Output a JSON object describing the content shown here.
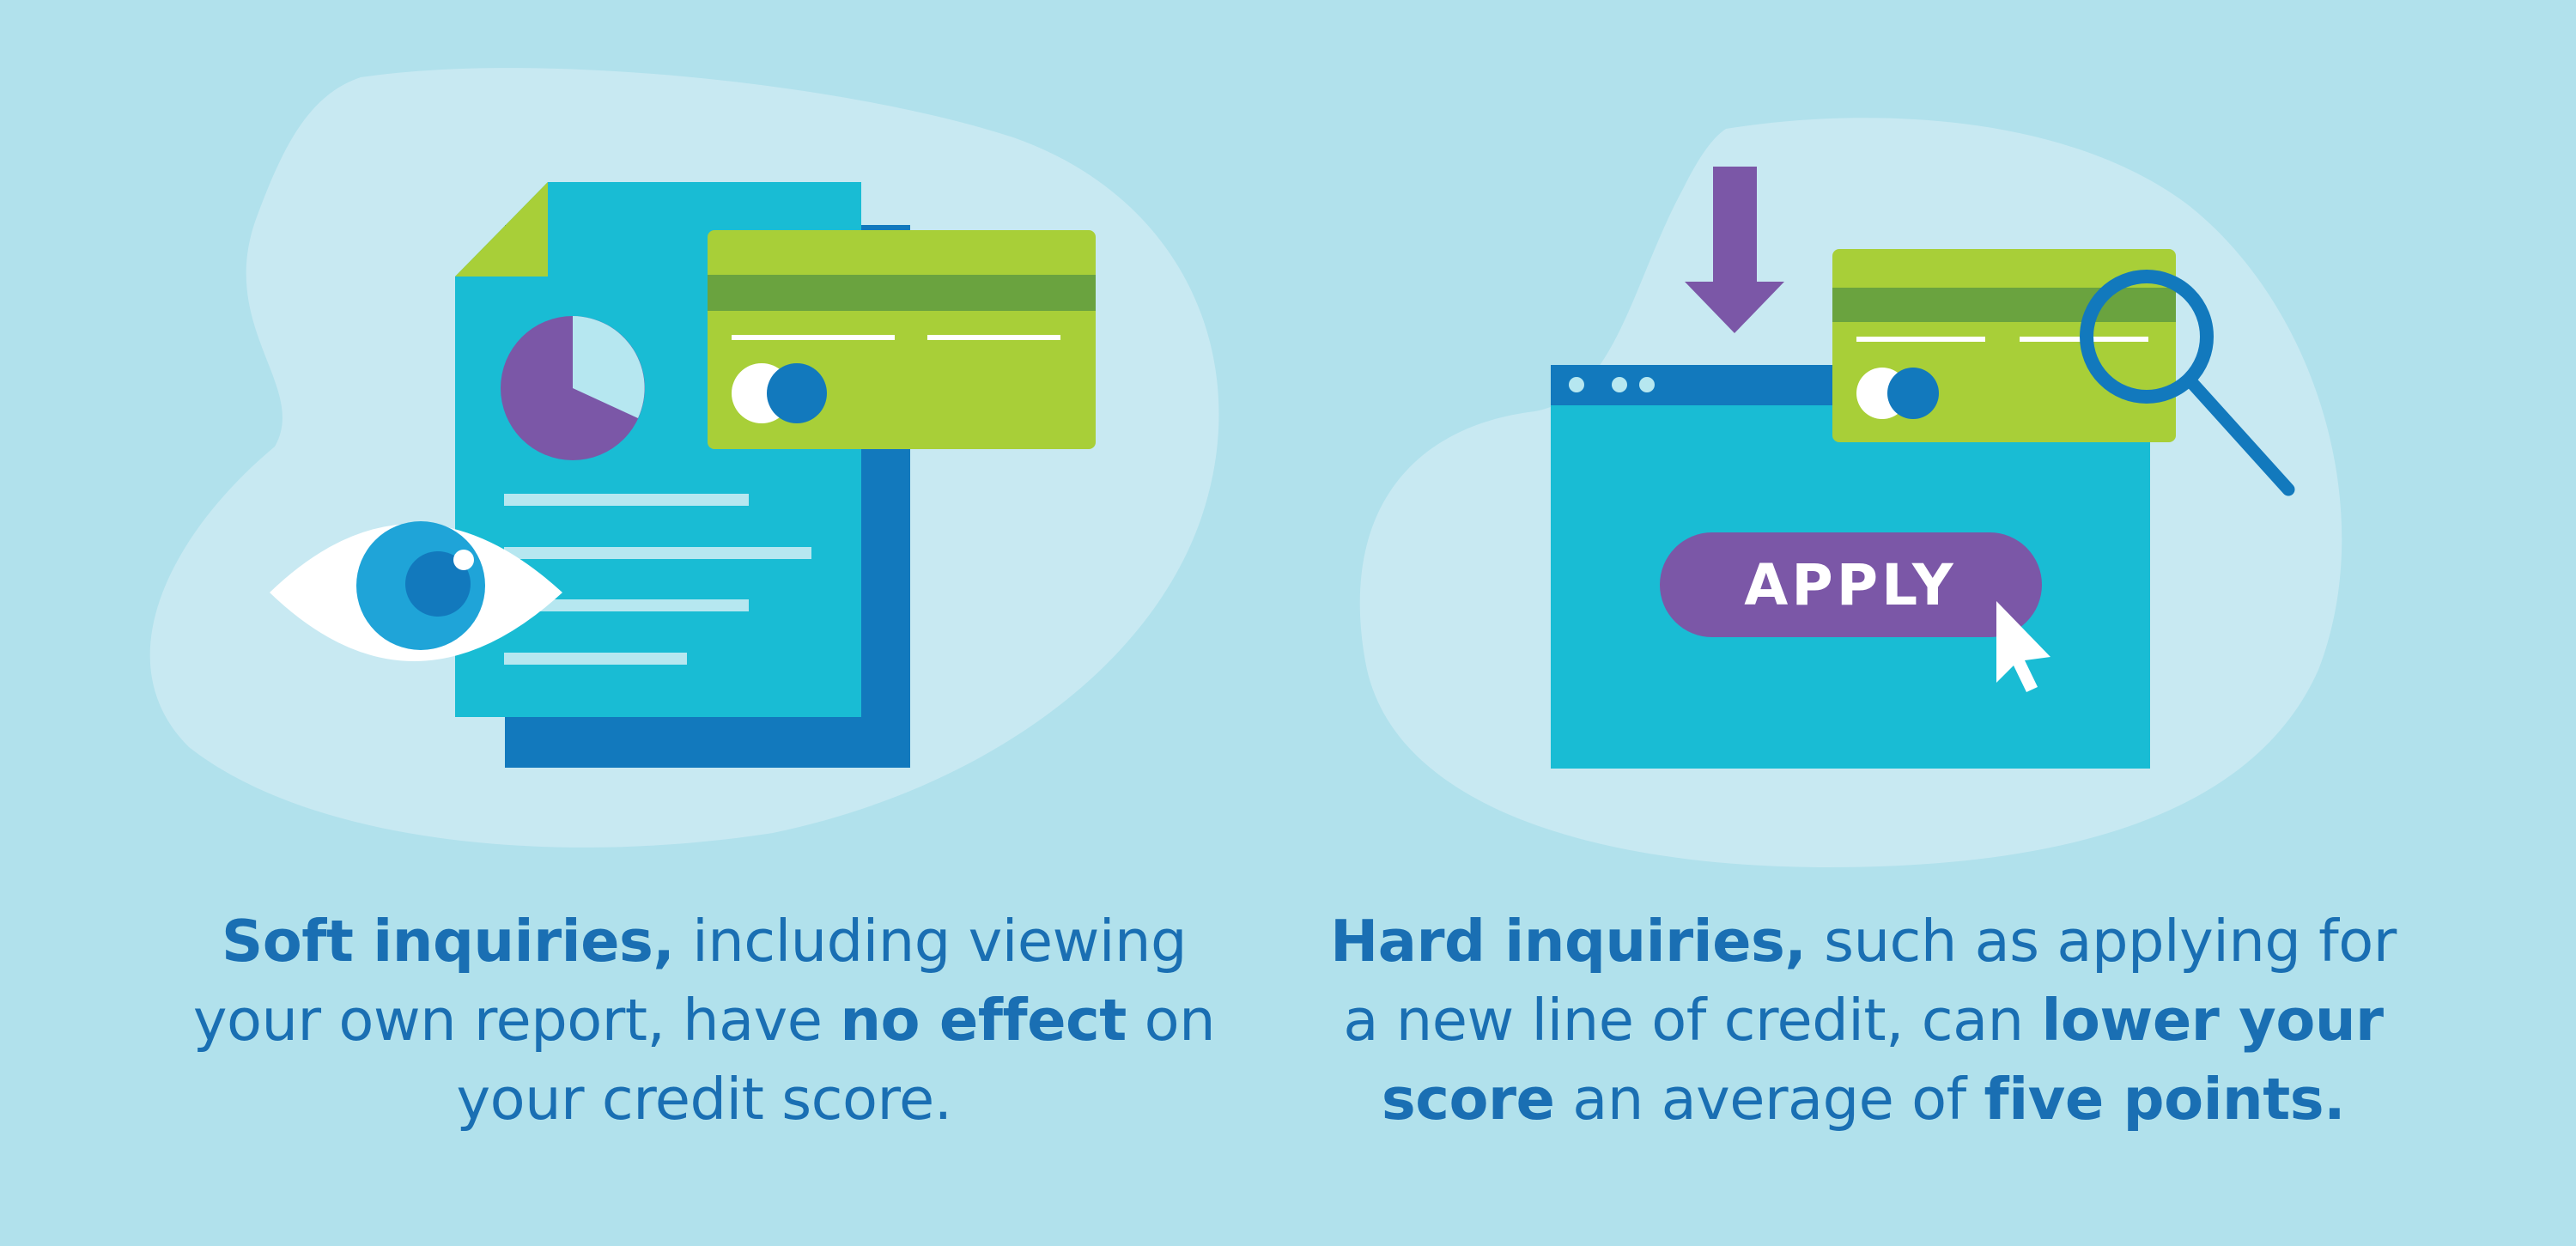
{
  "soft_panel": {
    "bold_lead": "Soft inquiries,",
    "text_1": " including viewing your own report, have ",
    "bold_mid": "no effect",
    "text_2": " on your credit score."
  },
  "hard_panel": {
    "bold_lead": "Hard inquiries,",
    "text_1": " such as applying for a new line of credit, can ",
    "bold_mid": "lower your score",
    "text_2": " an average of ",
    "bold_end": "five points."
  },
  "apply_button": {
    "label": "APPLY"
  },
  "icons": [
    "document-icon",
    "pie-chart-icon",
    "eye-icon",
    "credit-card-icon",
    "down-arrow-icon",
    "browser-window-icon",
    "magnifying-glass-icon",
    "mouse-cursor-icon"
  ],
  "colors": {
    "background": "#b1e1ec",
    "blob": "#c8e9f2",
    "document": "#19bcd4",
    "document_shadow": "#1279bd",
    "card": "#a8cf38",
    "card_stripe": "#6aa33f",
    "purple": "#7b57a7",
    "text": "#1a6fb3"
  }
}
